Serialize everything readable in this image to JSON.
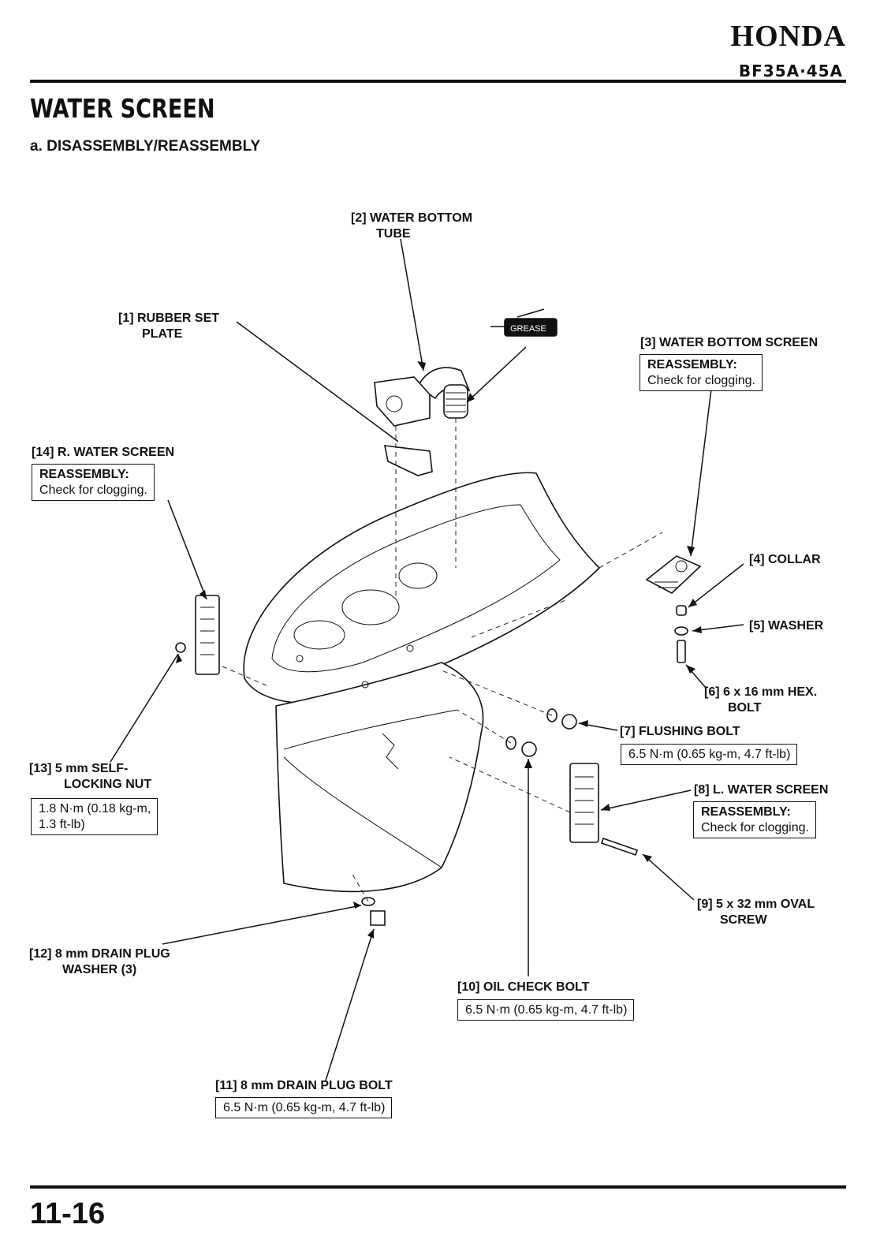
{
  "header": {
    "brand": "HONDA",
    "model": "BF35A·45A"
  },
  "page": {
    "title": "WATER SCREEN",
    "section": "a. DISASSEMBLY/REASSEMBLY",
    "number": "11-16"
  },
  "grease_label": "GREASE",
  "parts": {
    "p1": {
      "line1": "[1] RUBBER SET",
      "line2": "PLATE"
    },
    "p2": {
      "line1": "[2] WATER BOTTOM",
      "line2": "TUBE"
    },
    "p3": {
      "line1": "[3] WATER BOTTOM SCREEN",
      "note_head": "REASSEMBLY:",
      "note": "Check for clogging."
    },
    "p4": {
      "line1": "[4] COLLAR"
    },
    "p5": {
      "line1": "[5] WASHER"
    },
    "p6": {
      "line1": "[6] 6 x 16 mm HEX.",
      "line2": "BOLT"
    },
    "p7": {
      "line1": "[7] FLUSHING BOLT",
      "torque": "6.5 N·m (0.65 kg-m, 4.7 ft-lb)"
    },
    "p8": {
      "line1": "[8] L. WATER SCREEN",
      "note_head": "REASSEMBLY:",
      "note": "Check for clogging."
    },
    "p9": {
      "line1": "[9] 5 x 32 mm OVAL",
      "line2": "SCREW"
    },
    "p10": {
      "line1": "[10] OIL CHECK BOLT",
      "torque": "6.5 N·m (0.65 kg-m, 4.7 ft-lb)"
    },
    "p11": {
      "line1": "[11] 8 mm DRAIN PLUG BOLT",
      "torque": "6.5 N·m (0.65 kg-m, 4.7 ft-lb)"
    },
    "p12": {
      "line1": "[12] 8 mm DRAIN PLUG",
      "line2": "WASHER (3)"
    },
    "p13": {
      "line1": "[13] 5 mm SELF-",
      "line2": "LOCKING NUT",
      "torque1": "1.8 N·m (0.18 kg-m,",
      "torque2": "1.3 ft-lb)"
    },
    "p14": {
      "line1": "[14] R. WATER SCREEN",
      "note_head": "REASSEMBLY:",
      "note": "Check for clogging."
    }
  }
}
